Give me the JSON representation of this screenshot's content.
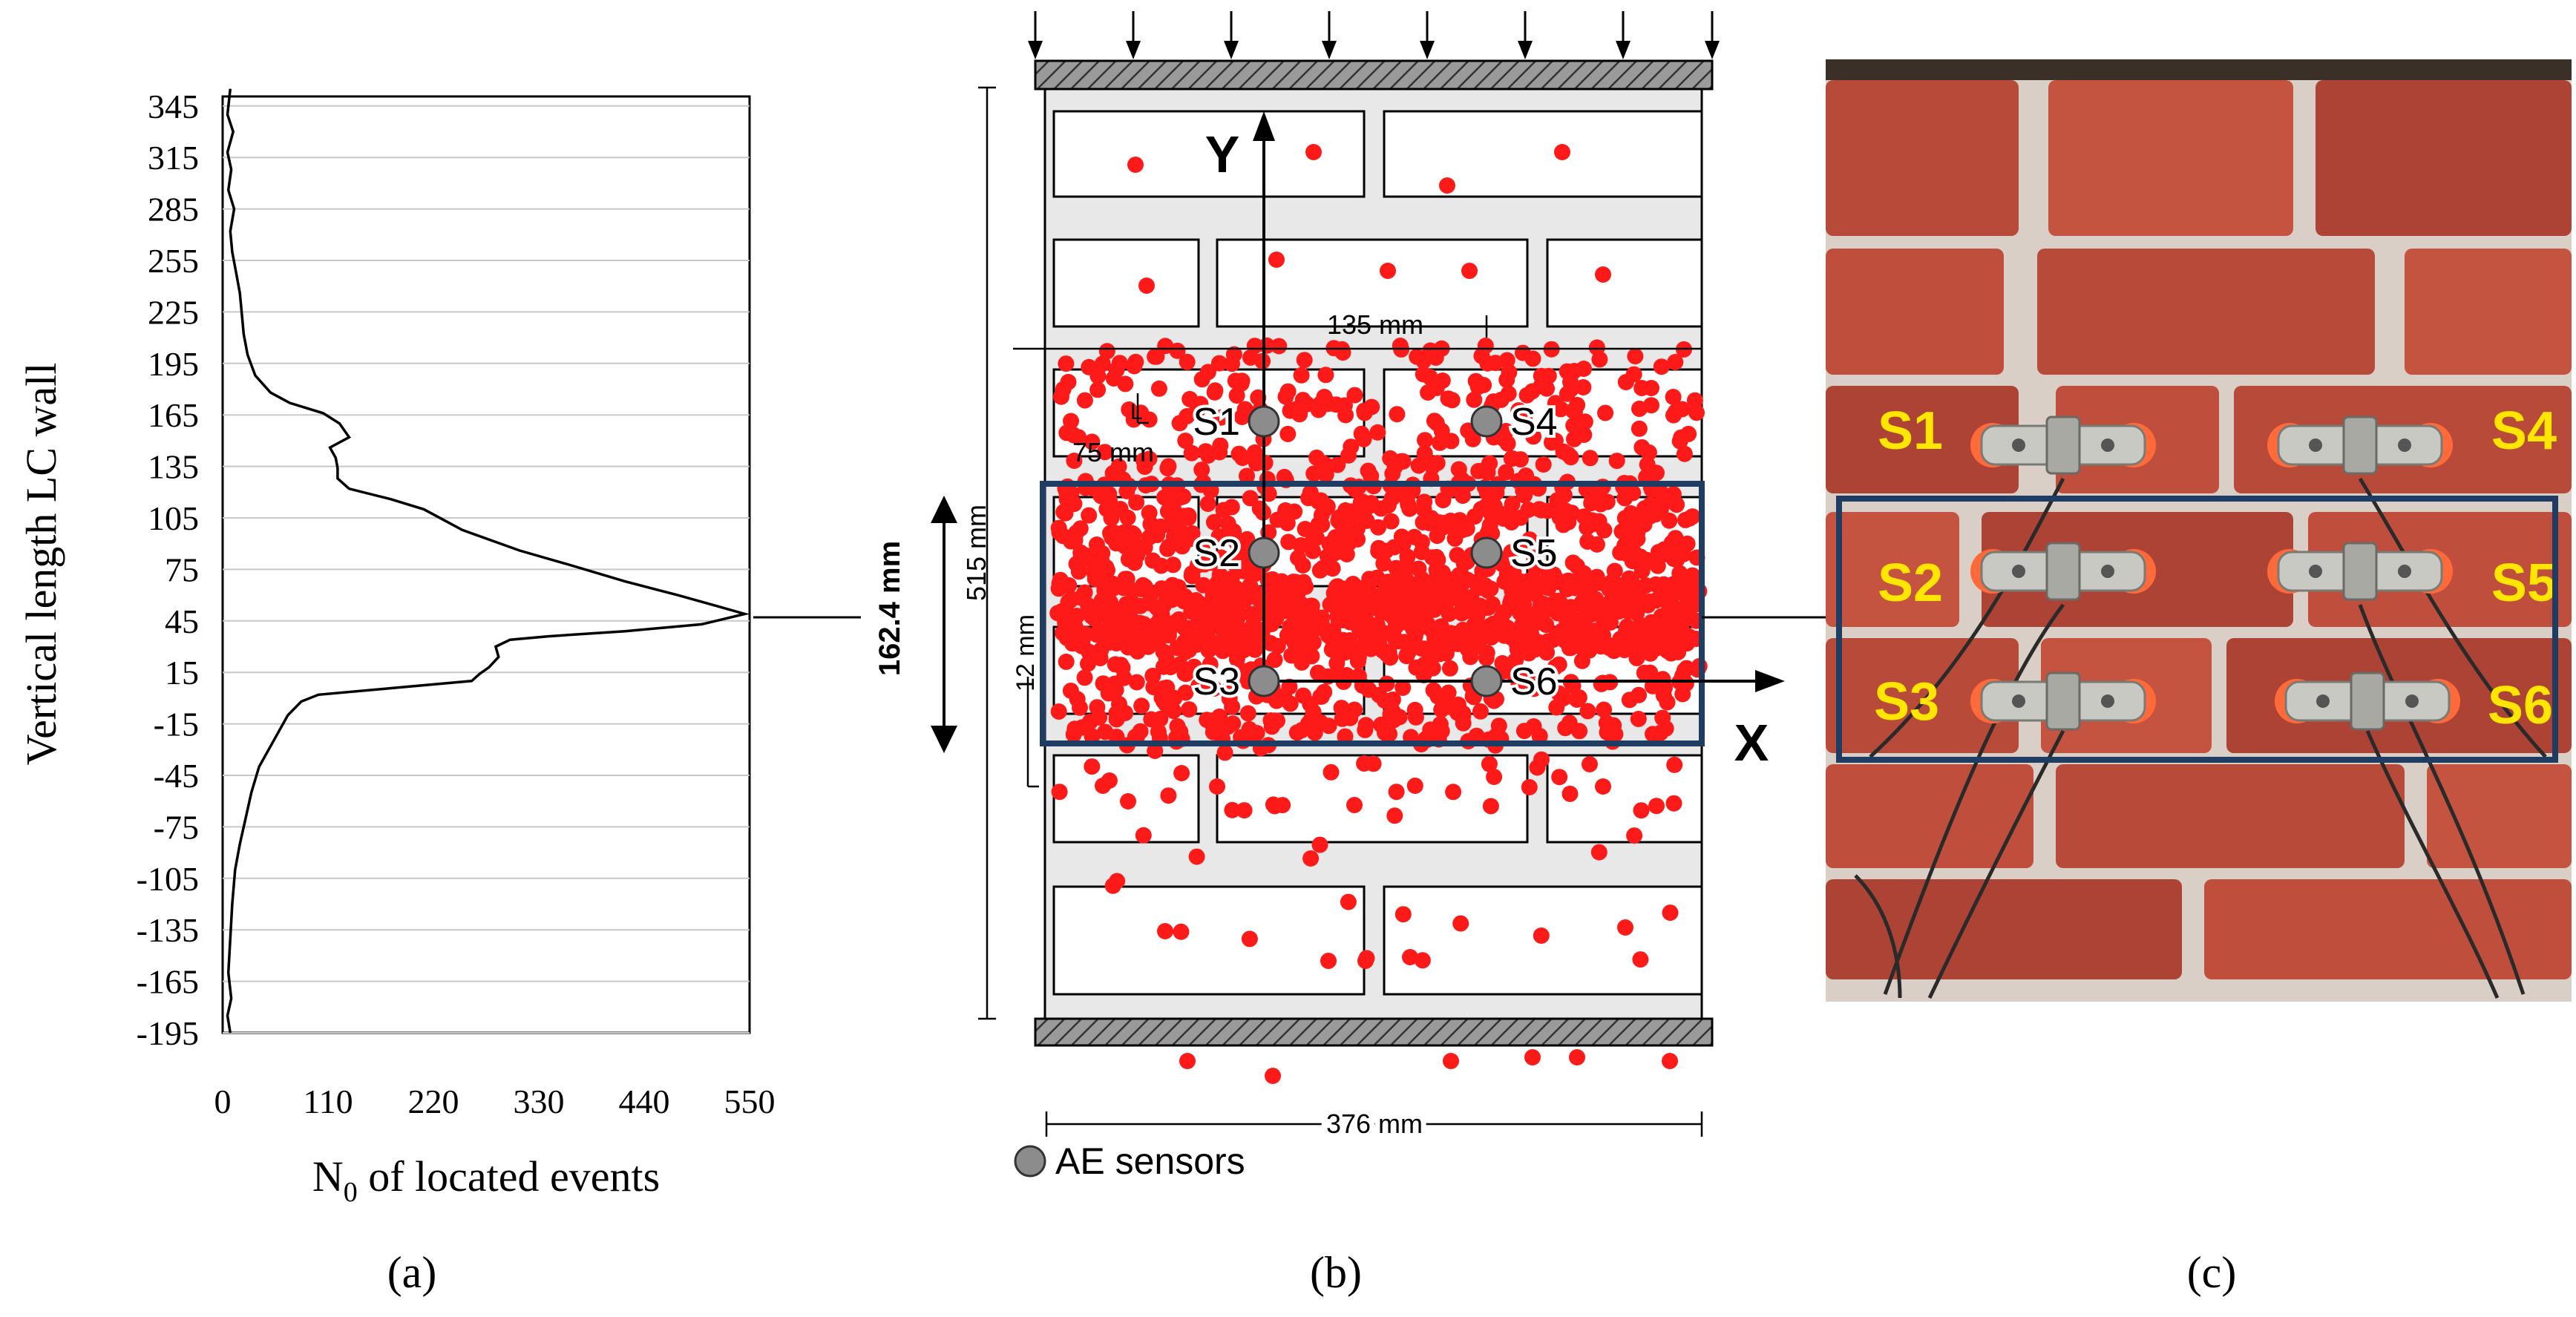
{
  "panel_a": {
    "chart_data": {
      "type": "line",
      "xlabel_main": "N",
      "xlabel_sub": "0",
      "xlabel_rest": " of located events",
      "ylabel": "Vertical length LC wall",
      "x_ticks": [
        "0",
        "110",
        "220",
        "330",
        "440",
        "550"
      ],
      "y_ticks": [
        "345",
        "315",
        "285",
        "255",
        "225",
        "195",
        "165",
        "135",
        "105",
        "75",
        "45",
        "15",
        "-15",
        "-45",
        "-75",
        "-105",
        "-135",
        "-165",
        "-195"
      ],
      "xlim": [
        0,
        550
      ],
      "ylim": [
        -195,
        360
      ],
      "grid": true,
      "series": [
        {
          "points": [
            [
              8,
              355
            ],
            [
              5,
              340
            ],
            [
              11,
              330
            ],
            [
              5,
              318
            ],
            [
              9,
              308
            ],
            [
              6,
              296
            ],
            [
              12,
              285
            ],
            [
              8,
              272
            ],
            [
              10,
              260
            ],
            [
              14,
              248
            ],
            [
              18,
              236
            ],
            [
              20,
              224
            ],
            [
              22,
              212
            ],
            [
              26,
              200
            ],
            [
              34,
              188
            ],
            [
              50,
              178
            ],
            [
              70,
              172
            ],
            [
              105,
              166
            ],
            [
              122,
              160
            ],
            [
              132,
              152
            ],
            [
              112,
              146
            ],
            [
              118,
              140
            ],
            [
              120,
              134
            ],
            [
              120,
              128
            ],
            [
              132,
              122
            ],
            [
              175,
              116
            ],
            [
              210,
              110
            ],
            [
              250,
              98
            ],
            [
              310,
              86
            ],
            [
              360,
              78
            ],
            [
              420,
              68
            ],
            [
              475,
              60
            ],
            [
              520,
              53
            ],
            [
              545,
              49
            ],
            [
              500,
              43
            ],
            [
              420,
              39
            ],
            [
              340,
              36
            ],
            [
              300,
              34
            ],
            [
              285,
              30
            ],
            [
              288,
              24
            ],
            [
              278,
              18
            ],
            [
              268,
              14
            ],
            [
              260,
              10
            ],
            [
              180,
              6
            ],
            [
              100,
              2
            ],
            [
              82,
              -2
            ],
            [
              68,
              -10
            ],
            [
              58,
              -20
            ],
            [
              48,
              -30
            ],
            [
              38,
              -40
            ],
            [
              30,
              -55
            ],
            [
              24,
              -70
            ],
            [
              18,
              -85
            ],
            [
              13,
              -100
            ],
            [
              10,
              -120
            ],
            [
              8,
              -140
            ],
            [
              6,
              -160
            ],
            [
              9,
              -175
            ],
            [
              5,
              -185
            ],
            [
              8,
              -195
            ]
          ]
        }
      ]
    },
    "label": "(a)"
  },
  "panel_b": {
    "label": "(b)",
    "axis_y_label": "Y",
    "axis_x_label": "X",
    "sensors": [
      {
        "name": "S1"
      },
      {
        "name": "S2"
      },
      {
        "name": "S3"
      },
      {
        "name": "S4"
      },
      {
        "name": "S5"
      },
      {
        "name": "S6"
      }
    ],
    "dim_135": "135 mm",
    "dim_75": "75 mm",
    "dim_515": "515 mm",
    "dim_162": "162.4 mm",
    "dim_12": "12 mm",
    "dim_376": "376 mm",
    "dim_L": "L",
    "legend_text": "AE sensors",
    "colors": {
      "event": "#ff1a1a",
      "highlight": "#1f3d63",
      "sensor": "#8c8c8c",
      "mortar": "#e8e8e8"
    }
  },
  "panel_c": {
    "label": "(c)",
    "sensor_labels": [
      "S1",
      "S2",
      "S3",
      "S4",
      "S5",
      "S6"
    ],
    "colors": {
      "brick": "#b84a3a",
      "mortar": "#d9cfc6",
      "label": "#ffe600",
      "highlight": "#1f3d63"
    }
  }
}
